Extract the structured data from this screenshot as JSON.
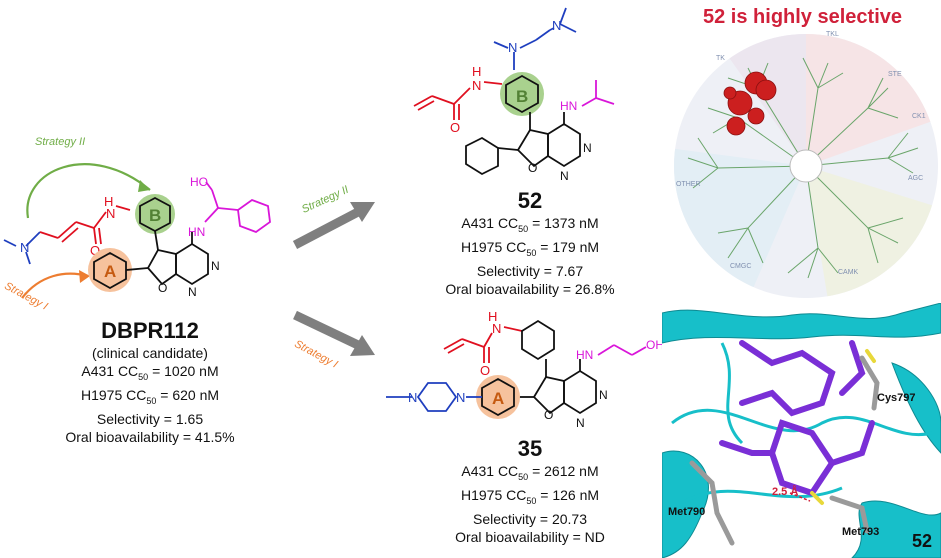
{
  "dbpr112": {
    "name": "DBPR112",
    "subtitle": "(clinical candidate)",
    "a431_prefix": "A431 CC",
    "a431_sub": "50",
    "a431_value": " = 1020 nM",
    "h1975_prefix": "H1975 CC",
    "h1975_sub": "50",
    "h1975_value": " = 620 nM",
    "selectivity": "Selectivity = 1.65",
    "oral": "Oral bioavailability = 41.5%",
    "ring_a": "A",
    "ring_b": "B"
  },
  "c52": {
    "name": "52",
    "a431_prefix": "A431 CC",
    "a431_sub": "50",
    "a431_value": " = 1373 nM",
    "h1975_prefix": "H1975 CC",
    "h1975_sub": "50",
    "h1975_value": " = 179 nM",
    "selectivity": "Selectivity = 7.67",
    "oral": "Oral bioavailability = 26.8%",
    "ring_b": "B"
  },
  "c35": {
    "name": "35",
    "a431_prefix": "A431 CC",
    "a431_sub": "50",
    "a431_value": " = 2612 nM",
    "h1975_prefix": "H1975 CC",
    "h1975_sub": "50",
    "h1975_value": " = 126 nM",
    "selectivity": "Selectivity = 20.73",
    "oral": "Oral bioavailability = ND",
    "ring_a": "A"
  },
  "strategies": {
    "strategy_ii": "Strategy II",
    "strategy_i": "Strategy I"
  },
  "atoms": {
    "N": "N",
    "H": "H",
    "O": "O",
    "HN": "HN",
    "HO": "HO",
    "OH": "OH"
  },
  "kinome": {
    "title": "52 is highly selective",
    "groups": [
      "TKL",
      "STE",
      "CK1",
      "AGC",
      "CAMK",
      "CMGC",
      "OTHER",
      "TK"
    ]
  },
  "docking": {
    "residues": [
      "Cys797",
      "Met790",
      "Met793"
    ],
    "distance": "2.5 Å",
    "compound_label": "52"
  },
  "colors": {
    "ring_a_fill": "#f6c29d",
    "ring_b_fill": "#a9d18e",
    "ring_a_text": "#c55a11",
    "ring_b_text": "#538135",
    "strategy_ii": "#70ad47",
    "strategy_i": "#ed7d31",
    "amine_blue": "#1f3fbf",
    "acrylamide_red": "#e01020",
    "side_magenta": "#d916d9",
    "arrow_grey": "#7f7f7f",
    "highlight_red": "#d0213a",
    "protein_cyan": "#17bfc9",
    "ligand_purple": "#7a2fd6"
  }
}
